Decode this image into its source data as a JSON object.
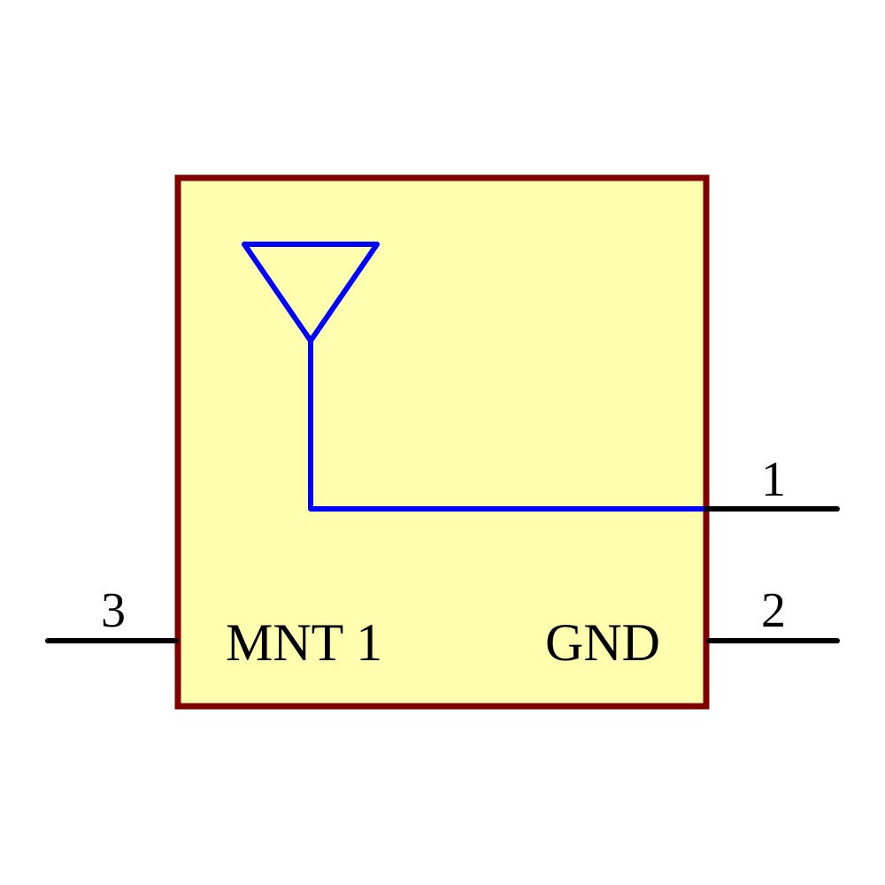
{
  "symbol": {
    "body_fill": "#FFFFB0",
    "body_stroke": "#800000",
    "wire_color": "#0000FF",
    "pin_color": "#000000"
  },
  "pins": [
    {
      "number": "1",
      "name": ""
    },
    {
      "number": "2",
      "name": "GND"
    },
    {
      "number": "3",
      "name": "MNT 1"
    }
  ],
  "labels": {
    "pin1_number": "1",
    "pin2_number": "2",
    "pin3_number": "3",
    "pin2_name": "GND",
    "pin3_name": "MNT 1"
  },
  "icons": {
    "antenna": "antenna-icon"
  }
}
